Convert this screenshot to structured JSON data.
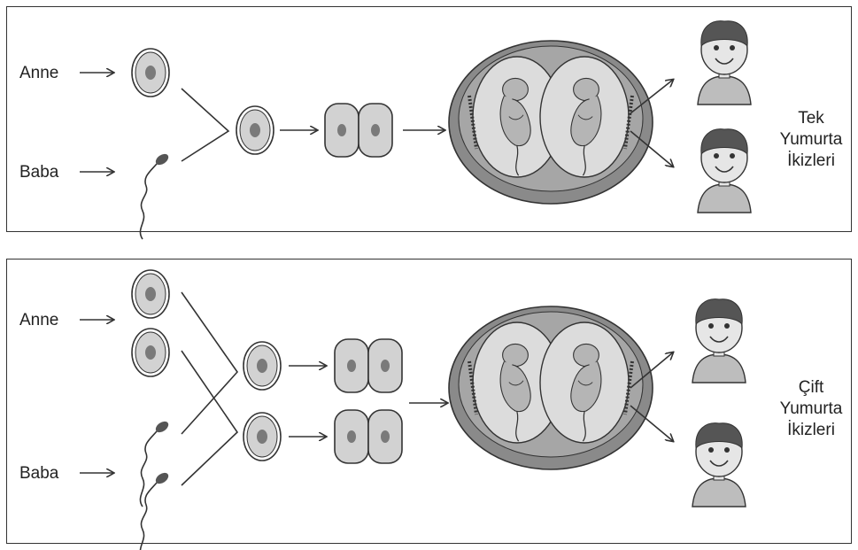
{
  "panels": [
    {
      "id": "identical",
      "mother_label": "Anne",
      "father_label": "Baba",
      "title_lines": [
        "Tek",
        "Yumurta",
        "İkizleri"
      ]
    },
    {
      "id": "fraternal",
      "mother_label": "Anne",
      "father_label": "Baba",
      "title_lines": [
        "Çift",
        "Yumurta",
        "İkizleri"
      ]
    }
  ],
  "colors": {
    "cell_fill": "#d2d2d2",
    "cell_stroke": "#333333",
    "nucleus": "#7a7a7a",
    "sac_outer": "#8a8a8a",
    "sac_inner": "#dcdcdc",
    "line": "#333333"
  }
}
